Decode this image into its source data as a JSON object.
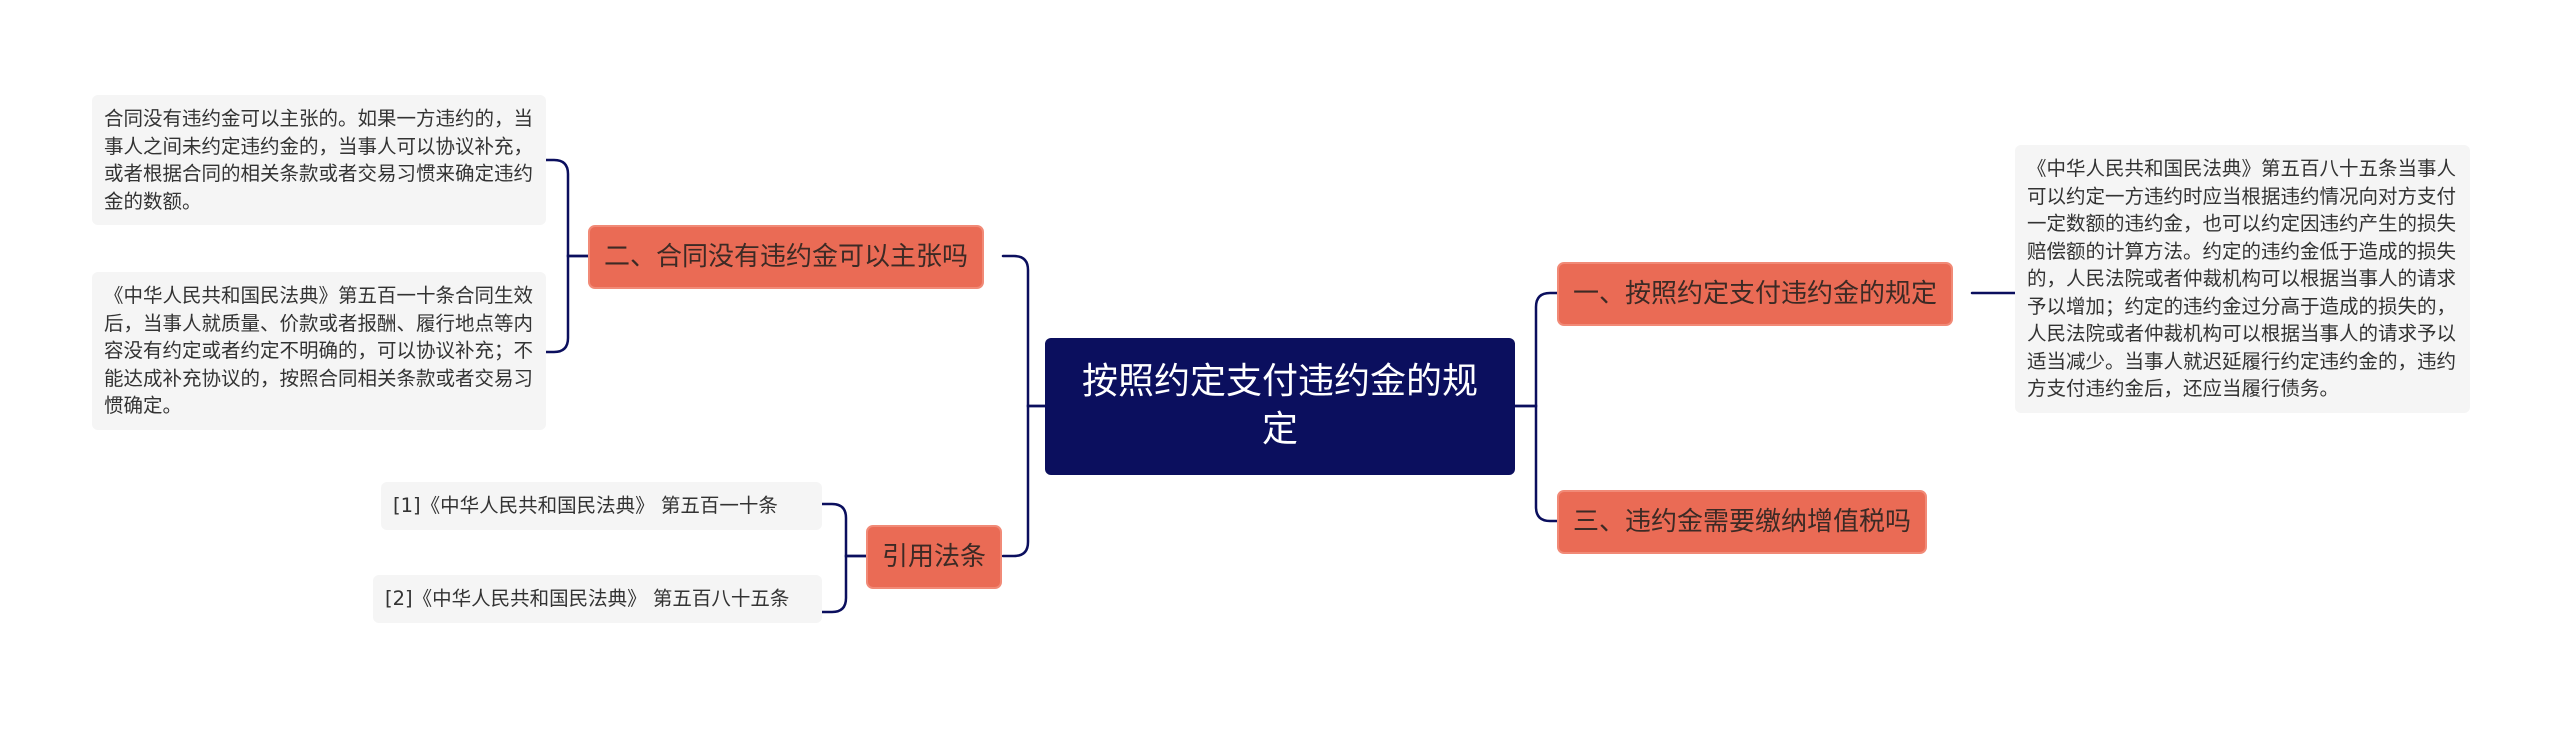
{
  "mindmap": {
    "central": {
      "text": "按照约定支付违约金的规定"
    },
    "branches": {
      "b1": {
        "label": "一、按照约定支付违约金的规定",
        "leaf": "《中华人民共和国民法典》第五百八十五条当事人可以约定一方违约时应当根据违约情况向对方支付一定数额的违约金，也可以约定因违约产生的损失赔偿额的计算方法。约定的违约金低于造成的损失的，人民法院或者仲裁机构可以根据当事人的请求予以增加；约定的违约金过分高于造成的损失的，人民法院或者仲裁机构可以根据当事人的请求予以适当减少。当事人就迟延履行约定违约金的，违约方支付违约金后，还应当履行债务。"
      },
      "b2": {
        "label": "二、合同没有违约金可以主张吗",
        "leaves": [
          "合同没有违约金可以主张的。如果一方违约的，当事人之间未约定违约金的，当事人可以协议补充，或者根据合同的相关条款或者交易习惯来确定违约金的数额。",
          "《中华人民共和国民法典》第五百一十条合同生效后，当事人就质量、价款或者报酬、履行地点等内容没有约定或者约定不明确的，可以协议补充；不能达成补充协议的，按照合同相关条款或者交易习惯确定。"
        ]
      },
      "b3": {
        "label": "三、违约金需要缴纳增值税吗"
      },
      "b4": {
        "label": "引用法条",
        "leaves": [
          "[1]《中华人民共和国民法典》 第五百一十条",
          "[2]《中华人民共和国民法典》 第五百八十五条"
        ]
      }
    },
    "colors": {
      "central_fill": "#0b0f5e",
      "central_text": "#ffffff",
      "branch_fill": "#ea6b55",
      "branch_text": "#3c2a25",
      "leaf_fill": "#f5f5f5",
      "leaf_text": "#333333",
      "connector": "#0b0f5e"
    }
  }
}
